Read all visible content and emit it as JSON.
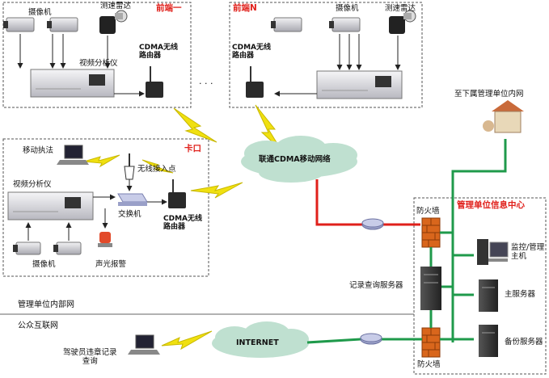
{
  "colors": {
    "red_link": "#e0201b",
    "green_bus": "#1f9a4b",
    "lightning": "#f0e010",
    "cloud": "#bfe0d0",
    "router": "#9aa0c8",
    "firewall": "#d9661c",
    "server": "#333333"
  },
  "zones": {
    "front1": "前端一",
    "frontN": "前端N",
    "checkpoint": "卡口",
    "center": "管理单位信息中心"
  },
  "labels": {
    "camera_front1_a": "摄像机",
    "radar_front1": "测速雷达",
    "video_analyzer_front1": "视频分析仪",
    "cdma_router_front1": "CDMA无线\n路由器",
    "ellipsis": "· · ·",
    "cdma_router_frontN": "CDMA无线\n路由器",
    "camera_frontN": "摄像机",
    "radar_frontN": "测速雷达",
    "mobile_enforcement": "移动执法",
    "wireless_ap": "无线接入点",
    "video_analyzer_cp": "视频分析仪",
    "switch": "交换机",
    "cdma_router_cp": "CDMA无线\n路由器",
    "camera_cp": "摄像机",
    "alarm": "声光报警",
    "cdma_network": "联通CDMA移动网络",
    "sub_intranet": "至下属管理单位内网",
    "firewall_top": "防火墙",
    "firewall_bottom": "防火墙",
    "record_server": "记录查询服务器",
    "monitor_host": "监控/管理\n主机",
    "main_server": "主服务器",
    "backup_server": "备份服务器",
    "internal_network": "管理单位内部网",
    "public_internet": "公众互联网",
    "internet": "INTERNET",
    "driver_query": "驾驶员违章记录\n查询"
  }
}
